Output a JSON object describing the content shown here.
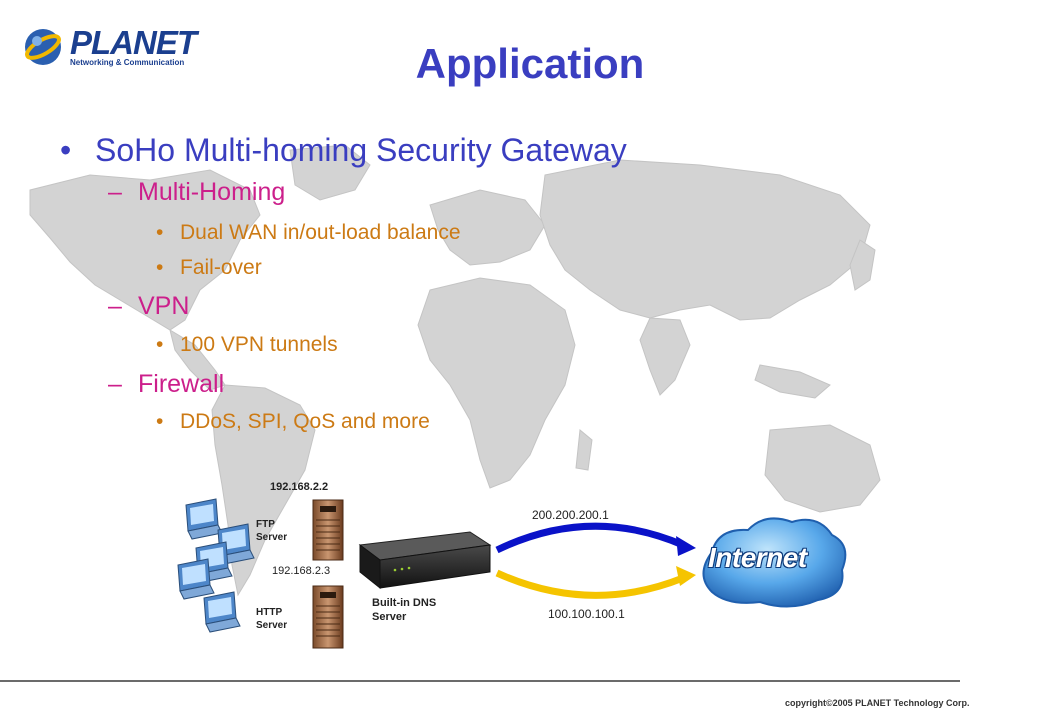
{
  "logo": {
    "brand": "PLANET",
    "tagline": "Networking & Communication"
  },
  "slide": {
    "title": "Application",
    "bullet1": "SoHo Multi-homing Security Gateway",
    "sections": [
      {
        "dash": "–",
        "heading": "Multi-Homing",
        "items": [
          "Dual WAN in/out-load balance",
          "Fail-over"
        ]
      },
      {
        "dash": "–",
        "heading": "VPN",
        "items": [
          "100 VPN tunnels"
        ]
      },
      {
        "dash": "–",
        "heading": "Firewall",
        "items": [
          "DDoS, SPI, QoS and more"
        ]
      }
    ]
  },
  "diagram": {
    "ftp_label": "FTP\nServer",
    "http_label": "HTTP\nServer",
    "ftp_ip": "192.168.2.2",
    "http_ip": "192.168.2.3",
    "gateway_label": "Built-in DNS\nServer",
    "wan1_ip": "200.200.200.1",
    "wan2_ip": "100.100.100.1",
    "internet_label": "Internet"
  },
  "colors": {
    "title": "#3a3ec0",
    "level1": "#3a3ec0",
    "level2": "#cc1f8b",
    "level3": "#cc7a14",
    "wan1_arrow": "#0a12c8",
    "wan2_arrow": "#f5c400",
    "internet": "#2a73c8"
  },
  "footer": {
    "copyright": "copyright©2005 PLANET Technology Corp."
  }
}
